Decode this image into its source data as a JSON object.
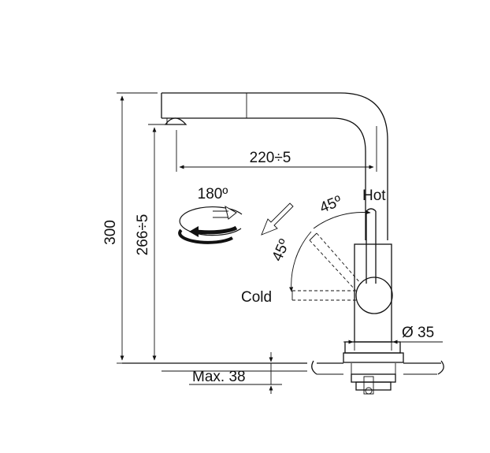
{
  "diagram": {
    "dimensions": {
      "total_height": "300",
      "spout_height": "266÷5",
      "spout_reach": "220÷5",
      "swivel_angle": "180º",
      "hot_angle": "45º",
      "cold_angle": "45º",
      "base_diameter": "Ø 35",
      "max_thickness": "Max. 38"
    },
    "labels": {
      "hot": "Hot",
      "cold": "Cold"
    },
    "colors": {
      "line": "#111111",
      "background": "#ffffff"
    }
  }
}
